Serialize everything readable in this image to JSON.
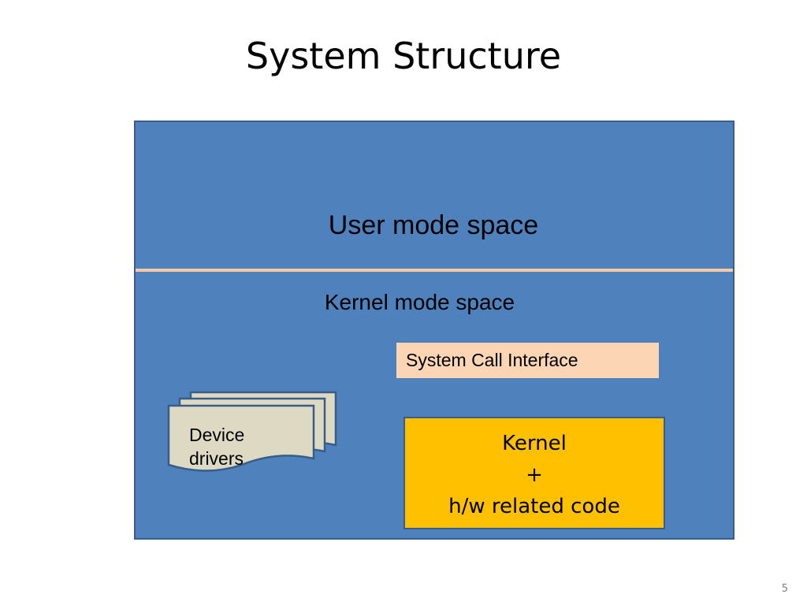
{
  "slide": {
    "title": "System Structure",
    "page_number": "5"
  },
  "diagram": {
    "user_mode_label": "User mode space",
    "kernel_mode_label": "Kernel mode space",
    "system_call_interface_label": "System Call Interface",
    "device_drivers_label": [
      "Device",
      "drivers"
    ],
    "kernel_box_lines": [
      "Kernel",
      "+",
      "h/w related code"
    ]
  },
  "colors": {
    "os_box_fill": "#4f81bd",
    "os_box_border": "#385d8a",
    "mode_divider": "#f9c9a5",
    "system_call_interface_fill": "#fcd5b5",
    "kernel_box_fill": "#ffc000",
    "device_drivers_fill": "#ddd9c3"
  }
}
